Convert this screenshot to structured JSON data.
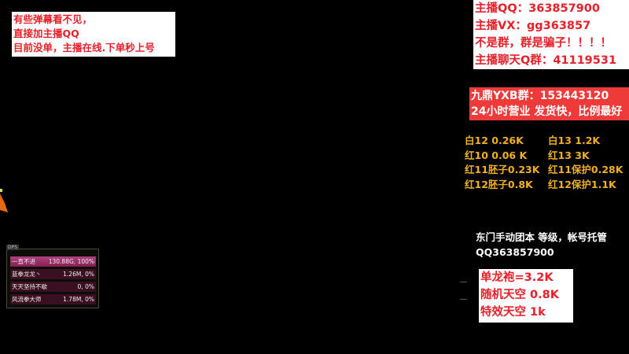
{
  "top_left_notice": [
    "有些弹幕看不见，",
    "直接加主播QQ",
    "目前没单，主播在线.下单秒上号"
  ],
  "top_right_contact": [
    "主播QQ：363857900",
    "主播VX：gg363857",
    "不是群，群是骗子！！！！",
    "主播聊天Q群：41119531"
  ],
  "group_banner": [
    "九鼎YXB群：153443120",
    "24小时营业 发货快，比例最好"
  ],
  "prices": [
    "白12  0.26K",
    "白13 1.2K",
    "红10 0.06 K",
    "红13  3K",
    "红11胚子0.23K",
    "红11保护0.28K",
    "红12胚子0.8K",
    "红12保护1.1K"
  ],
  "service": [
    "东门手动团本 等级，帐号托管",
    "QQ363857900"
  ],
  "item_prices": [
    "单龙袍=3.2K",
    "随机天空 0.8K",
    "特效天空 1k"
  ],
  "dps_panel": {
    "title": "DPS",
    "rows": [
      {
        "name": "一直不进",
        "value": "130.88G, 100%"
      },
      {
        "name": "蓝拳龙龙丶",
        "value": "1.26M, 0%"
      },
      {
        "name": "天天坚持不歇",
        "value": "0, 0%"
      },
      {
        "name": "风流拳大师",
        "value": "1.78M, 0%"
      }
    ]
  }
}
